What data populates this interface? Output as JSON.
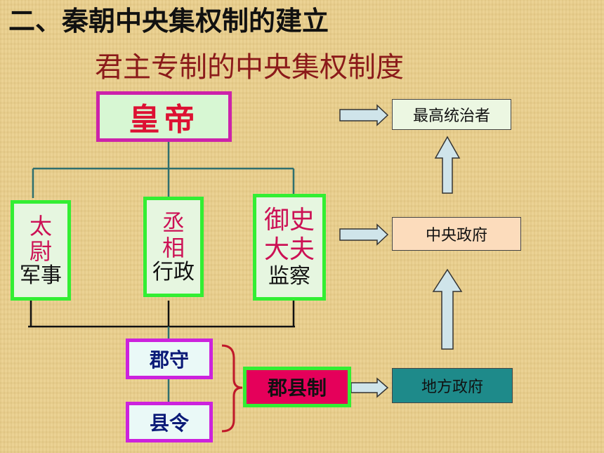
{
  "page": {
    "title": "二、秦朝中央集权制的建立",
    "subtitle": "君主专制的中央集权制度"
  },
  "emperor": {
    "label": "皇帝"
  },
  "ministers": [
    {
      "name_line1": "太",
      "name_line2": "尉",
      "role": "军事"
    },
    {
      "name_line1": "丞",
      "name_line2": "相",
      "role": "行政"
    },
    {
      "name_line1": "御史",
      "name_line2": "大夫",
      "role": "监察"
    }
  ],
  "local": {
    "commandery": "郡守",
    "county": "县令",
    "system": "郡县制"
  },
  "hierarchy": {
    "top": "最高统治者",
    "central": "中央政府",
    "local": "地方政府"
  },
  "colors": {
    "line": "#2f6f6f",
    "magenta_border": "#cc22aa",
    "green_border": "#33ee33",
    "arrow_fill": "#cfe4ea"
  }
}
